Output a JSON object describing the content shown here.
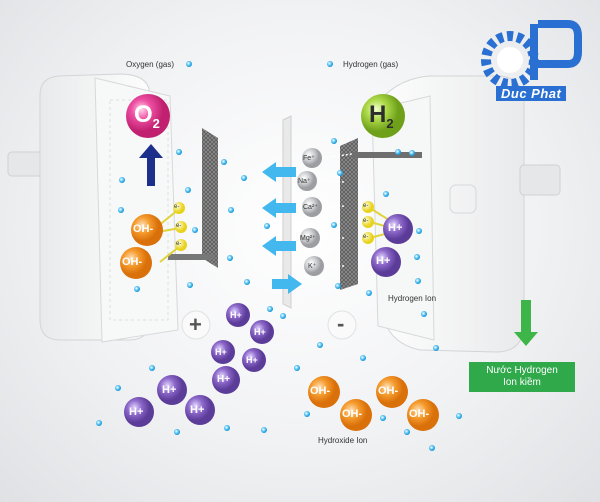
{
  "labels": {
    "oxygen_gas": "Oxygen (gas)",
    "hydrogen_gas": "Hydrogen (gas)",
    "hydrogen_ion": "Hydrogen Ion",
    "hydroxide_ion": "Hydroxide Ion",
    "o2_main": "O",
    "o2_sub": "2",
    "h2_main": "H",
    "h2_sub": "2",
    "plus": "+",
    "minus": "-"
  },
  "logo": {
    "text": "Duc Phat"
  },
  "callout": {
    "line1": "Nước Hydrogen",
    "line2": "Ion kiềm"
  },
  "metal_ions": [
    "Fe⁺",
    "Na⁺",
    "Ca²⁺",
    "Mg²⁺",
    "K⁺"
  ],
  "ion_labels": {
    "oh": "OH-",
    "hplus": "H+",
    "electron": "e-"
  },
  "colors": {
    "oxygen_ball": "#e0358f",
    "hydrogen_ball": "#9acb2e",
    "hydroxide_ion": "#f08a1e",
    "hydrogen_ion": "#7a56b8",
    "electron": "#f2e13a",
    "metal_ion": "#b9bcc0",
    "arrow_blue": "#42b8ee",
    "callout_green": "#2fa94a",
    "logo_blue": "#2a6fd2"
  }
}
